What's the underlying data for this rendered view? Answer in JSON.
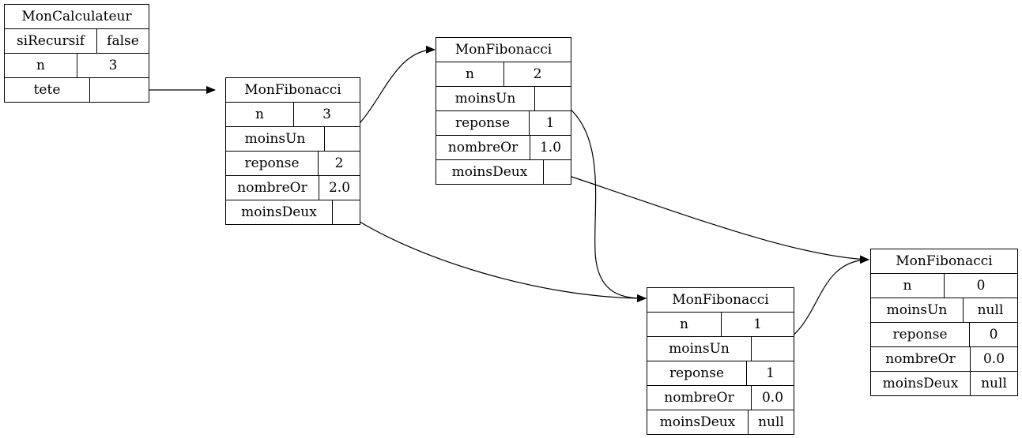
{
  "nodes": [
    {
      "id": "calc",
      "title": "MonCalculateur",
      "rows": [
        {
          "key": "siRecursif",
          "value": "false"
        },
        {
          "key": "n",
          "value": "3"
        },
        {
          "key": "tete",
          "value": "•"
        }
      ]
    },
    {
      "id": "fib3",
      "title": "MonFibonacci",
      "rows": [
        {
          "key": "n",
          "value": "3"
        },
        {
          "key": "moinsUn",
          "value": "•"
        },
        {
          "key": "reponse",
          "value": "2"
        },
        {
          "key": "nombreOr",
          "value": "2.0"
        },
        {
          "key": "moinsDeux",
          "value": "•"
        }
      ]
    },
    {
      "id": "fib2",
      "title": "MonFibonacci",
      "rows": [
        {
          "key": "n",
          "value": "2"
        },
        {
          "key": "moinsUn",
          "value": "•"
        },
        {
          "key": "reponse",
          "value": "1"
        },
        {
          "key": "nombreOr",
          "value": "1.0"
        },
        {
          "key": "moinsDeux",
          "value": "•"
        }
      ]
    },
    {
      "id": "fib1",
      "title": "MonFibonacci",
      "rows": [
        {
          "key": "n",
          "value": "1"
        },
        {
          "key": "moinsUn",
          "value": "•"
        },
        {
          "key": "reponse",
          "value": "1"
        },
        {
          "key": "nombreOr",
          "value": "0.0"
        },
        {
          "key": "moinsDeux",
          "value": "null"
        }
      ]
    },
    {
      "id": "fib0",
      "title": "MonFibonacci",
      "rows": [
        {
          "key": "n",
          "value": "0"
        },
        {
          "key": "moinsUn",
          "value": "null"
        },
        {
          "key": "reponse",
          "value": "0"
        },
        {
          "key": "nombreOr",
          "value": "0.0"
        },
        {
          "key": "moinsDeux",
          "value": "null"
        }
      ]
    }
  ],
  "edges": [
    {
      "from": "calc",
      "field": "tete",
      "to": "fib3"
    },
    {
      "from": "fib3",
      "field": "moinsUn",
      "to": "fib2"
    },
    {
      "from": "fib3",
      "field": "moinsDeux",
      "to": "fib1"
    },
    {
      "from": "fib2",
      "field": "moinsUn",
      "to": "fib1"
    },
    {
      "from": "fib2",
      "field": "moinsDeux",
      "to": "fib0"
    },
    {
      "from": "fib1",
      "field": "moinsUn",
      "to": "fib0"
    }
  ]
}
